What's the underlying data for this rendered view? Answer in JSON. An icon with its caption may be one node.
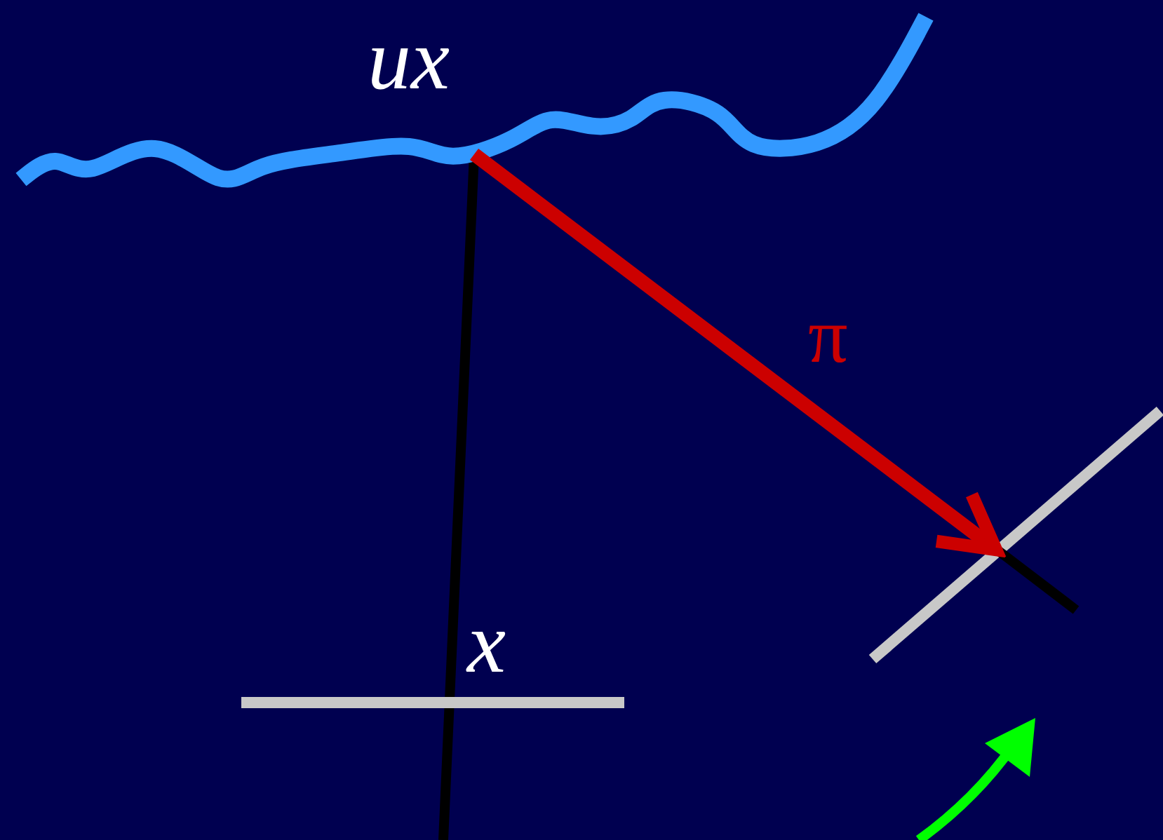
{
  "diagram": {
    "nodes": [
      {
        "text": [
          "ux"
        ]
      },
      {
        "text": [],
        "shape": "bar"
      }
    ],
    "edges": [
      {
        "from": 0,
        "to": 1,
        "arrow": "to",
        "label": "π",
        "color": "#cc0000"
      }
    ],
    "labels": [
      "x"
    ]
  }
}
